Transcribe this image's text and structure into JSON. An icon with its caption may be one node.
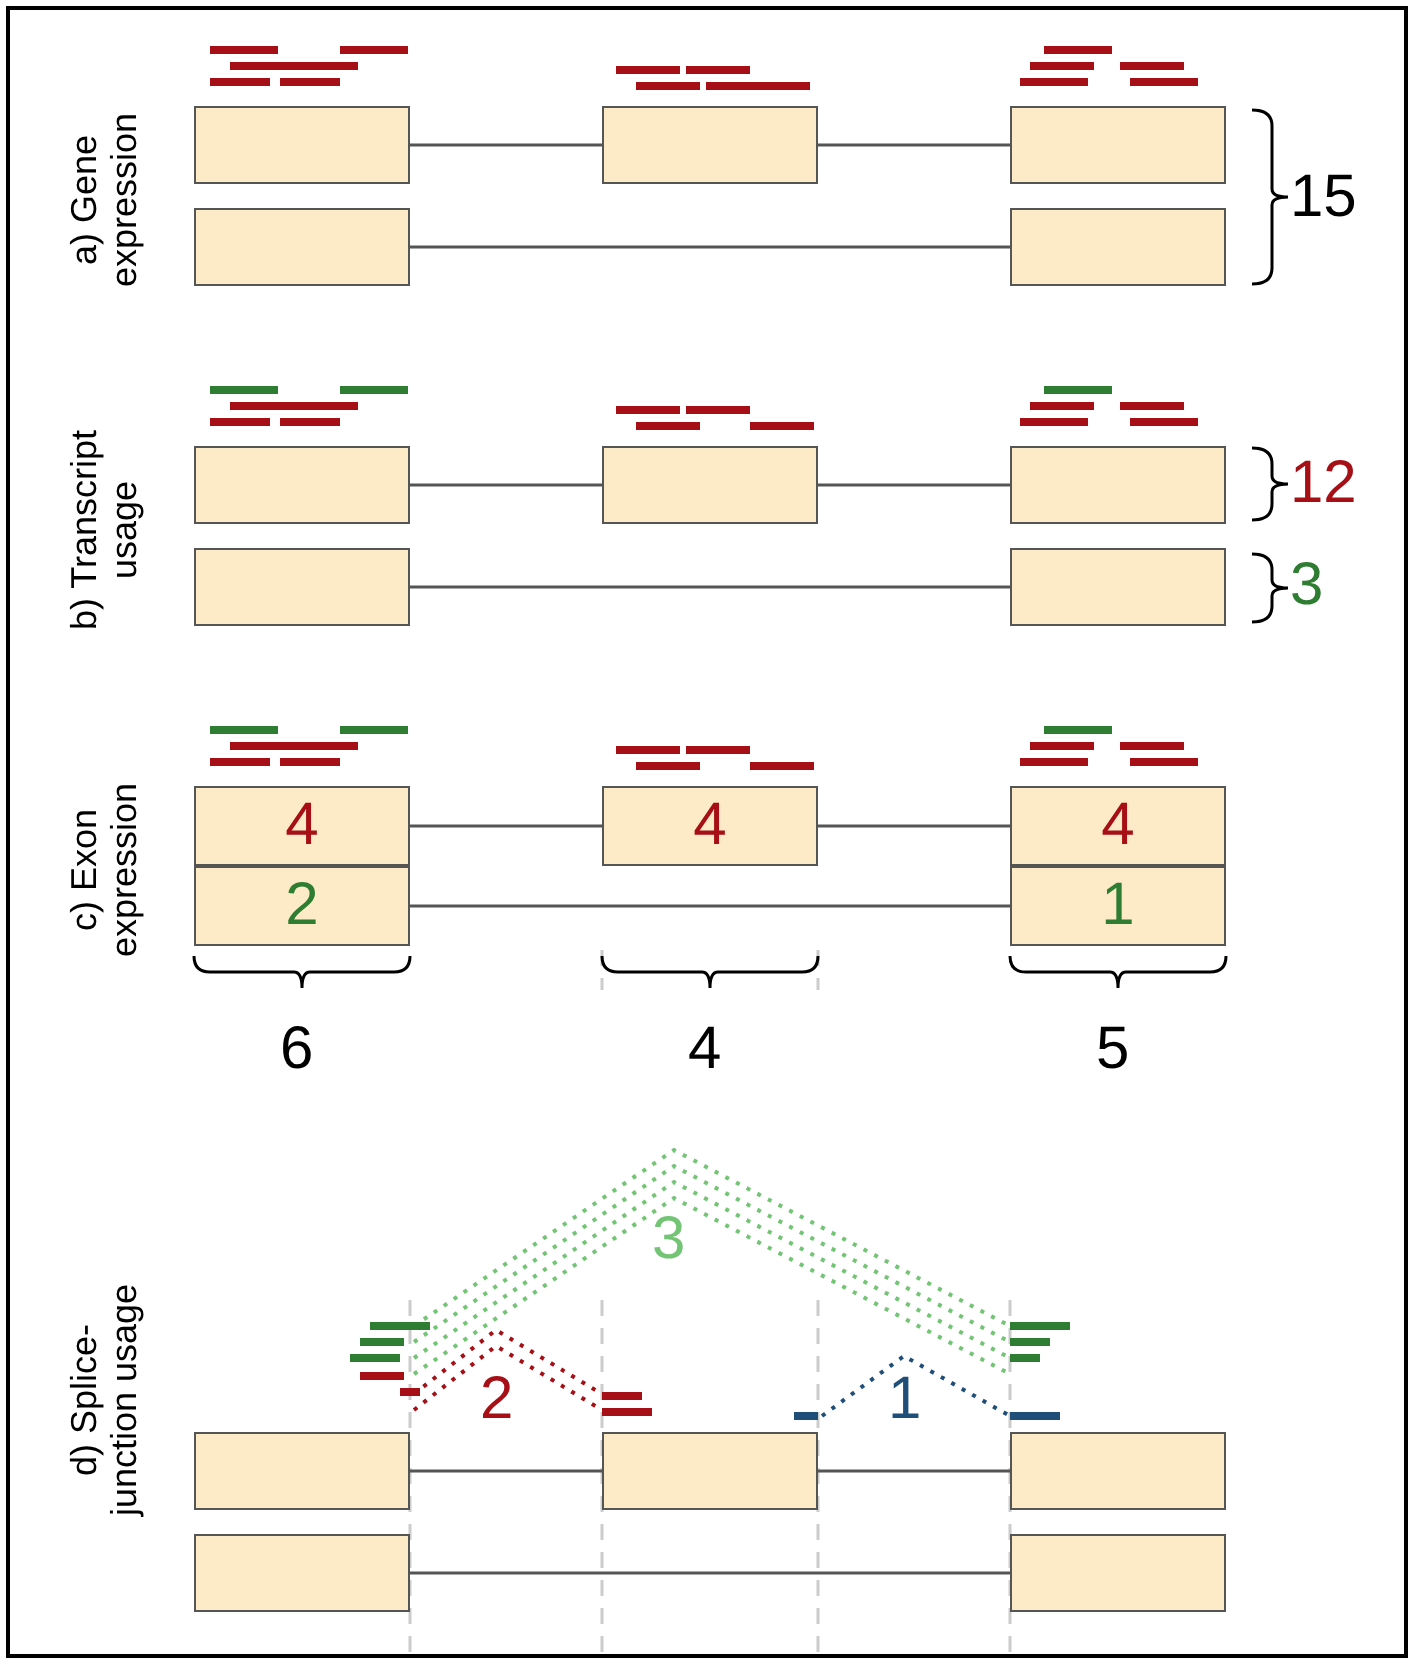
{
  "diagram": {
    "nodes": [
      {
        "text": [],
        "shape": "box"
      },
      {
        "text": [],
        "shape": "box"
      },
      {
        "text": [],
        "shape": "box"
      },
      {
        "text": [],
        "shape": "box"
      },
      {
        "text": [],
        "shape": "box"
      },
      {
        "text": [],
        "shape": "box"
      },
      {
        "text": [],
        "shape": "box"
      },
      {
        "text": [],
        "shape": "box"
      },
      {
        "text": [],
        "shape": "box"
      },
      {
        "text": [],
        "shape": "box"
      },
      {
        "text": [
          "4"
        ]
      },
      {
        "text": [
          "4"
        ]
      },
      {
        "text": [
          "4"
        ]
      },
      {
        "text": [
          "2"
        ]
      },
      {
        "text": [
          "1"
        ]
      },
      {
        "text": [],
        "shape": "box"
      },
      {
        "text": [],
        "shape": "box"
      },
      {
        "text": [],
        "shape": "box"
      },
      {
        "text": [],
        "shape": "box"
      },
      {
        "text": [],
        "shape": "box"
      }
    ],
    "edges": [
      {
        "from": 0,
        "to": 1,
        "arrow": "none"
      },
      {
        "from": 1,
        "to": 2,
        "arrow": "none"
      },
      {
        "from": 3,
        "to": 4,
        "arrow": "none"
      },
      {
        "from": 5,
        "to": 6,
        "arrow": "none"
      },
      {
        "from": 6,
        "to": 7,
        "arrow": "none"
      },
      {
        "from": 8,
        "to": 9,
        "arrow": "none"
      },
      {
        "from": 10,
        "to": 11,
        "arrow": "none"
      },
      {
        "from": 11,
        "to": 12,
        "arrow": "none"
      },
      {
        "from": 13,
        "to": 14,
        "arrow": "none"
      },
      {
        "from": 15,
        "to": 16,
        "arrow": "none"
      },
      {
        "from": 16,
        "to": 17,
        "arrow": "none"
      },
      {
        "from": 18,
        "to": 19,
        "arrow": "none"
      },
      {
        "from": 15,
        "to": 17,
        "arrow": "none",
        "label": "3",
        "style": "dashed",
        "color": "#74c476"
      },
      {
        "from": 15,
        "to": 16,
        "arrow": "none",
        "label": "2",
        "style": "dashed",
        "color": "#a50f15"
      },
      {
        "from": 16,
        "to": 17,
        "arrow": "none",
        "label": "1",
        "style": "dashed",
        "color": "#1f4e79"
      }
    ],
    "labels": [
      "a) Gene expression",
      "15",
      "b) Transcript usage",
      "12",
      "3",
      "c) Exon expression",
      "6",
      "4",
      "5",
      "d) Splice-junction usage"
    ]
  }
}
